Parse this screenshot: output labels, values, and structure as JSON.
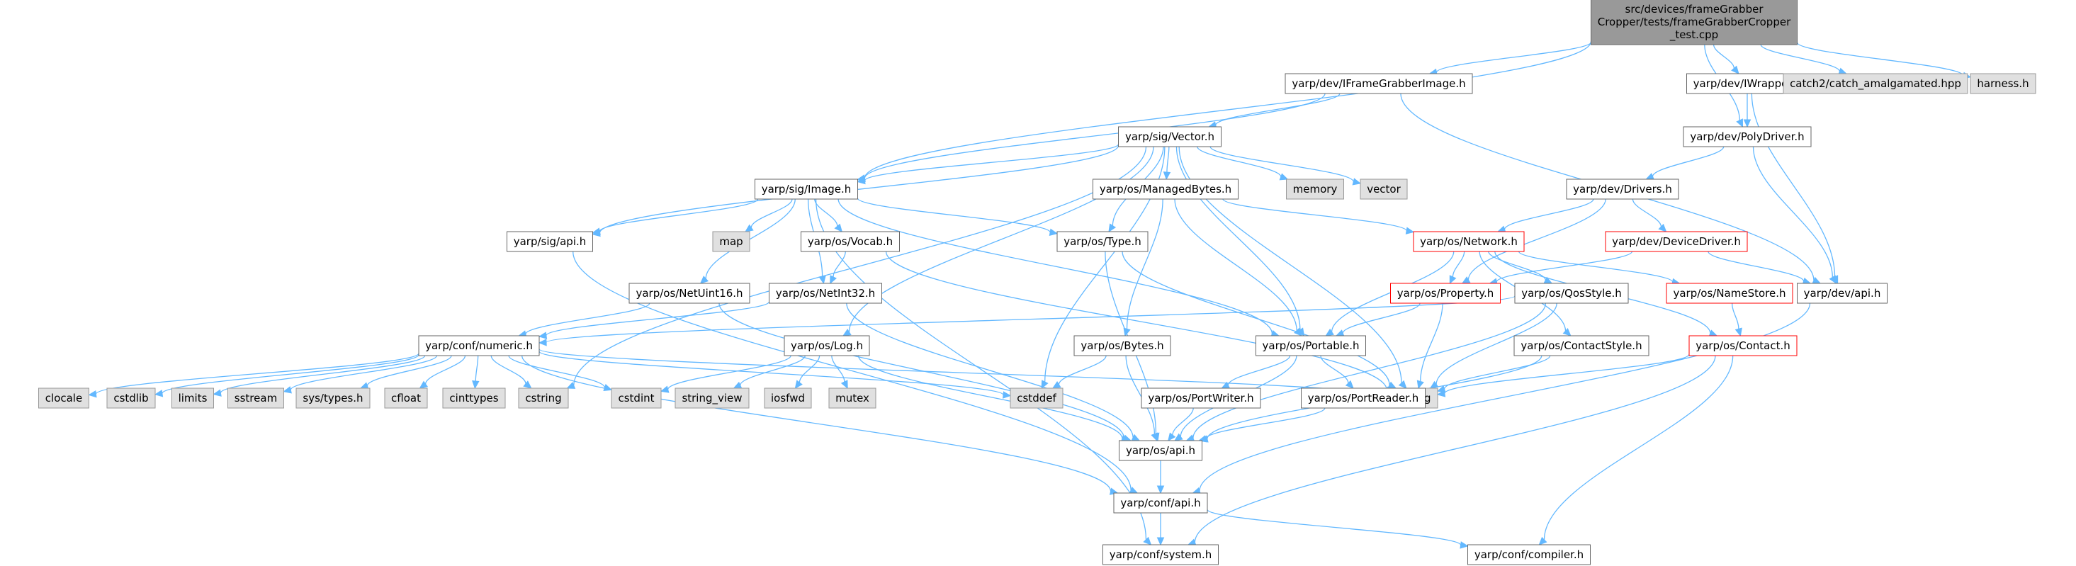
{
  "diagram": {
    "style": {
      "edge_color": "#63b8ff",
      "root_fill": "#999999",
      "root_border": "#666666",
      "normal_fill": "#ffffff",
      "normal_border": "#666666",
      "external_fill": "#e0e0e0",
      "external_border": "#999999",
      "truncated_border": "#ff0000"
    },
    "nodes": [
      {
        "id": "root",
        "lines": [
          "src/devices/frameGrabber",
          "Cropper/tests/frameGrabberCropper",
          "_test.cpp"
        ],
        "kind": "root"
      },
      {
        "id": "iframegrabberimage",
        "lines": [
          "yarp/dev/IFrameGrabberImage.h"
        ],
        "kind": "normal"
      },
      {
        "id": "iwrapper",
        "lines": [
          "yarp/dev/IWrapper.h"
        ],
        "kind": "normal"
      },
      {
        "id": "catch2",
        "lines": [
          "catch2/catch_amalgamated.hpp"
        ],
        "kind": "external"
      },
      {
        "id": "harness",
        "lines": [
          "harness.h"
        ],
        "kind": "external"
      },
      {
        "id": "vector",
        "lines": [
          "yarp/sig/Vector.h"
        ],
        "kind": "normal"
      },
      {
        "id": "polydriver",
        "lines": [
          "yarp/dev/PolyDriver.h"
        ],
        "kind": "normal"
      },
      {
        "id": "image",
        "lines": [
          "yarp/sig/Image.h"
        ],
        "kind": "normal"
      },
      {
        "id": "managedbytes",
        "lines": [
          "yarp/os/ManagedBytes.h"
        ],
        "kind": "normal"
      },
      {
        "id": "memory",
        "lines": [
          "memory"
        ],
        "kind": "external"
      },
      {
        "id": "vectorstd",
        "lines": [
          "vector"
        ],
        "kind": "external"
      },
      {
        "id": "drivers",
        "lines": [
          "yarp/dev/Drivers.h"
        ],
        "kind": "normal"
      },
      {
        "id": "sigapi",
        "lines": [
          "yarp/sig/api.h"
        ],
        "kind": "normal"
      },
      {
        "id": "map",
        "lines": [
          "map"
        ],
        "kind": "external"
      },
      {
        "id": "vocab",
        "lines": [
          "yarp/os/Vocab.h"
        ],
        "kind": "normal"
      },
      {
        "id": "type",
        "lines": [
          "yarp/os/Type.h"
        ],
        "kind": "normal"
      },
      {
        "id": "network",
        "lines": [
          "yarp/os/Network.h"
        ],
        "kind": "truncated"
      },
      {
        "id": "devicedriver",
        "lines": [
          "yarp/dev/DeviceDriver.h"
        ],
        "kind": "truncated"
      },
      {
        "id": "devapi",
        "lines": [
          "yarp/dev/api.h"
        ],
        "kind": "normal"
      },
      {
        "id": "netuint16",
        "lines": [
          "yarp/os/NetUint16.h"
        ],
        "kind": "normal"
      },
      {
        "id": "netint32",
        "lines": [
          "yarp/os/NetInt32.h"
        ],
        "kind": "normal"
      },
      {
        "id": "property",
        "lines": [
          "yarp/os/Property.h"
        ],
        "kind": "truncated"
      },
      {
        "id": "qosstyle",
        "lines": [
          "yarp/os/QosStyle.h"
        ],
        "kind": "normal"
      },
      {
        "id": "namestore",
        "lines": [
          "yarp/os/NameStore.h"
        ],
        "kind": "truncated"
      },
      {
        "id": "numeric",
        "lines": [
          "yarp/conf/numeric.h"
        ],
        "kind": "normal"
      },
      {
        "id": "log",
        "lines": [
          "yarp/os/Log.h"
        ],
        "kind": "normal"
      },
      {
        "id": "bytes",
        "lines": [
          "yarp/os/Bytes.h"
        ],
        "kind": "normal"
      },
      {
        "id": "portable",
        "lines": [
          "yarp/os/Portable.h"
        ],
        "kind": "normal"
      },
      {
        "id": "contactstyle",
        "lines": [
          "yarp/os/ContactStyle.h"
        ],
        "kind": "normal"
      },
      {
        "id": "contact",
        "lines": [
          "yarp/os/Contact.h"
        ],
        "kind": "truncated"
      },
      {
        "id": "clocale",
        "lines": [
          "clocale"
        ],
        "kind": "external"
      },
      {
        "id": "cstdlib",
        "lines": [
          "cstdlib"
        ],
        "kind": "external"
      },
      {
        "id": "limits",
        "lines": [
          "limits"
        ],
        "kind": "external"
      },
      {
        "id": "sstream",
        "lines": [
          "sstream"
        ],
        "kind": "external"
      },
      {
        "id": "systypes",
        "lines": [
          "sys/types.h"
        ],
        "kind": "external"
      },
      {
        "id": "cfloat",
        "lines": [
          "cfloat"
        ],
        "kind": "external"
      },
      {
        "id": "cinttypes",
        "lines": [
          "cinttypes"
        ],
        "kind": "external"
      },
      {
        "id": "cstring",
        "lines": [
          "cstring"
        ],
        "kind": "external"
      },
      {
        "id": "cstdint",
        "lines": [
          "cstdint"
        ],
        "kind": "external"
      },
      {
        "id": "string_view",
        "lines": [
          "string_view"
        ],
        "kind": "external"
      },
      {
        "id": "iosfwd",
        "lines": [
          "iosfwd"
        ],
        "kind": "external"
      },
      {
        "id": "mutex",
        "lines": [
          "mutex"
        ],
        "kind": "external"
      },
      {
        "id": "cstddef",
        "lines": [
          "cstddef"
        ],
        "kind": "external"
      },
      {
        "id": "string",
        "lines": [
          "string"
        ],
        "kind": "external"
      },
      {
        "id": "portwriter",
        "lines": [
          "yarp/os/PortWriter.h"
        ],
        "kind": "normal"
      },
      {
        "id": "portreader",
        "lines": [
          "yarp/os/PortReader.h"
        ],
        "kind": "normal"
      },
      {
        "id": "osapi",
        "lines": [
          "yarp/os/api.h"
        ],
        "kind": "normal"
      },
      {
        "id": "confapi",
        "lines": [
          "yarp/conf/api.h"
        ],
        "kind": "normal"
      },
      {
        "id": "system",
        "lines": [
          "yarp/conf/system.h"
        ],
        "kind": "normal"
      },
      {
        "id": "compiler",
        "lines": [
          "yarp/conf/compiler.h"
        ],
        "kind": "normal"
      }
    ],
    "edges": [
      [
        "root",
        "iframegrabberimage"
      ],
      [
        "root",
        "image"
      ],
      [
        "root",
        "polydriver"
      ],
      [
        "root",
        "iwrapper"
      ],
      [
        "root",
        "catch2"
      ],
      [
        "root",
        "harness"
      ],
      [
        "iframegrabberimage",
        "image"
      ],
      [
        "iframegrabberimage",
        "vector"
      ],
      [
        "iframegrabberimage",
        "devapi"
      ],
      [
        "iwrapper",
        "polydriver"
      ],
      [
        "iwrapper",
        "devapi"
      ],
      [
        "polydriver",
        "drivers"
      ],
      [
        "polydriver",
        "devapi"
      ],
      [
        "vector",
        "image"
      ],
      [
        "vector",
        "sigapi"
      ],
      [
        "vector",
        "managedbytes"
      ],
      [
        "vector",
        "memory"
      ],
      [
        "vector",
        "vectorstd"
      ],
      [
        "vector",
        "type"
      ],
      [
        "vector",
        "portable"
      ],
      [
        "vector",
        "log"
      ],
      [
        "vector",
        "cstring"
      ],
      [
        "vector",
        "cstddef"
      ],
      [
        "vector",
        "string"
      ],
      [
        "image",
        "sigapi"
      ],
      [
        "image",
        "map"
      ],
      [
        "image",
        "vocab"
      ],
      [
        "image",
        "type"
      ],
      [
        "image",
        "netuint16"
      ],
      [
        "image",
        "netint32"
      ],
      [
        "image",
        "portable"
      ],
      [
        "image",
        "system"
      ],
      [
        "managedbytes",
        "network"
      ],
      [
        "managedbytes",
        "bytes"
      ],
      [
        "managedbytes",
        "portable"
      ],
      [
        "drivers",
        "network"
      ],
      [
        "drivers",
        "devicedriver"
      ],
      [
        "drivers",
        "property"
      ],
      [
        "devicedriver",
        "devapi"
      ],
      [
        "devicedriver",
        "property"
      ],
      [
        "network",
        "property"
      ],
      [
        "network",
        "qosstyle"
      ],
      [
        "network",
        "namestore"
      ],
      [
        "network",
        "contact"
      ],
      [
        "network",
        "contactstyle"
      ],
      [
        "network",
        "portable"
      ],
      [
        "sigapi",
        "confapi"
      ],
      [
        "vocab",
        "netint32"
      ],
      [
        "vocab",
        "string"
      ],
      [
        "type",
        "string"
      ],
      [
        "type",
        "osapi"
      ],
      [
        "netuint16",
        "numeric"
      ],
      [
        "netuint16",
        "osapi"
      ],
      [
        "netint32",
        "numeric"
      ],
      [
        "netint32",
        "osapi"
      ],
      [
        "property",
        "portable"
      ],
      [
        "property",
        "string"
      ],
      [
        "qosstyle",
        "numeric"
      ],
      [
        "qosstyle",
        "string"
      ],
      [
        "qosstyle",
        "osapi"
      ],
      [
        "namestore",
        "contact"
      ],
      [
        "numeric",
        "clocale"
      ],
      [
        "numeric",
        "cstdlib"
      ],
      [
        "numeric",
        "limits"
      ],
      [
        "numeric",
        "sstream"
      ],
      [
        "numeric",
        "systypes"
      ],
      [
        "numeric",
        "cfloat"
      ],
      [
        "numeric",
        "cinttypes"
      ],
      [
        "numeric",
        "cstring"
      ],
      [
        "numeric",
        "cstdint"
      ],
      [
        "numeric",
        "cstddef"
      ],
      [
        "numeric",
        "string"
      ],
      [
        "numeric",
        "confapi"
      ],
      [
        "log",
        "cstdint"
      ],
      [
        "log",
        "string_view"
      ],
      [
        "log",
        "iosfwd"
      ],
      [
        "log",
        "mutex"
      ],
      [
        "log",
        "osapi"
      ],
      [
        "bytes",
        "cstddef"
      ],
      [
        "bytes",
        "osapi"
      ],
      [
        "portable",
        "portwriter"
      ],
      [
        "portable",
        "portreader"
      ],
      [
        "portable",
        "osapi"
      ],
      [
        "contactstyle",
        "string"
      ],
      [
        "contactstyle",
        "osapi"
      ],
      [
        "contact",
        "string"
      ],
      [
        "contact",
        "system"
      ],
      [
        "contact",
        "compiler"
      ],
      [
        "portwriter",
        "osapi"
      ],
      [
        "portreader",
        "osapi"
      ],
      [
        "devapi",
        "confapi"
      ],
      [
        "osapi",
        "confapi"
      ],
      [
        "confapi",
        "system"
      ],
      [
        "confapi",
        "compiler"
      ]
    ]
  }
}
